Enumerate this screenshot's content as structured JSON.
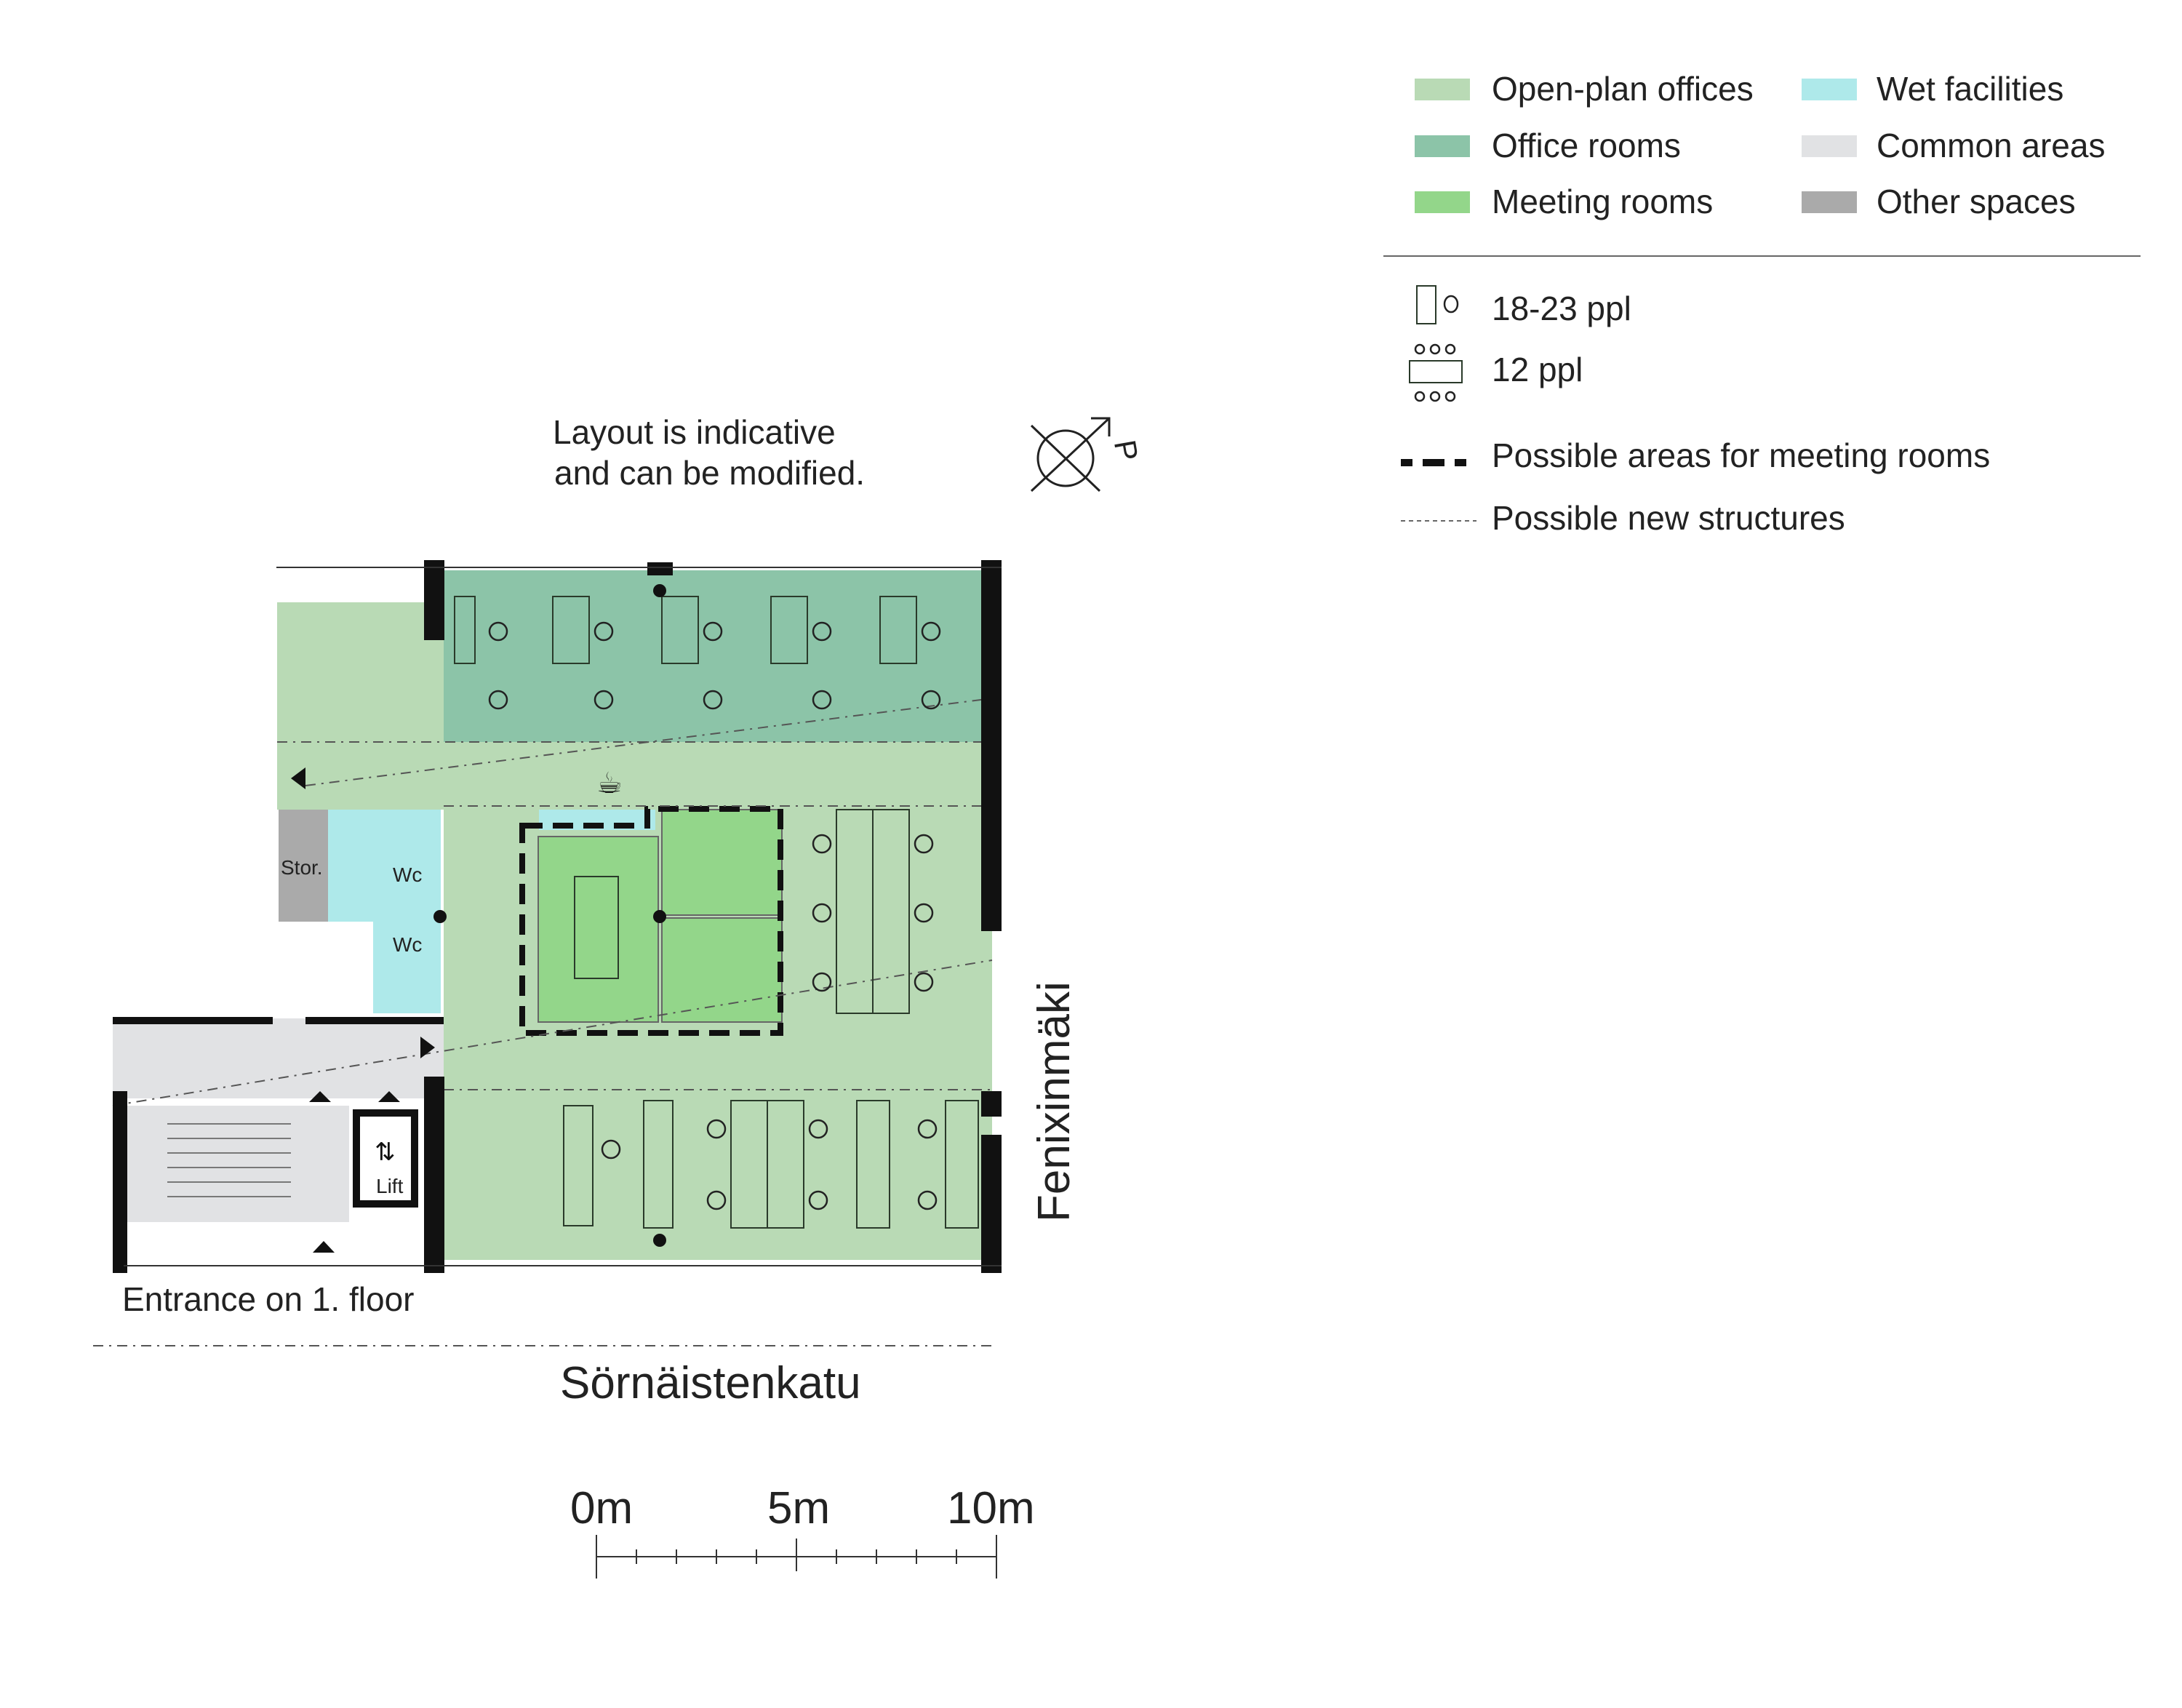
{
  "legend": {
    "areas": [
      {
        "label": "Open-plan offices",
        "color": "#b9dab5"
      },
      {
        "label": "Office rooms",
        "color": "#8cc4a8"
      },
      {
        "label": "Meeting rooms",
        "color": "#93d68a"
      },
      {
        "label": "Wet facilities",
        "color": "#aee9ea"
      },
      {
        "label": "Common areas",
        "color": "#e1e2e4"
      },
      {
        "label": "Other spaces",
        "color": "#aaaaaa"
      }
    ],
    "capacity": [
      {
        "label": "18-23 ppl",
        "icon": "desk-chair-icon"
      },
      {
        "label": "12 ppl",
        "icon": "meeting-table-icon"
      }
    ],
    "lines": [
      {
        "label": "Possible areas for meeting rooms",
        "icon": "thick-dashed-line-icon"
      },
      {
        "label": "Possible new structures",
        "icon": "thin-dotted-line-icon"
      }
    ]
  },
  "plan": {
    "note_line1": "Layout is indicative",
    "note_line2": "and can be modified.",
    "compass_label": "P",
    "room_labels": {
      "storage": "Stor.",
      "wc1": "Wc",
      "wc2": "Wc",
      "lift": "Lift"
    },
    "entrance": "Entrance on 1. floor",
    "street_south": "Sörnäistenkatu",
    "street_east": "Fenixinmäki"
  },
  "scale": {
    "labels": [
      "0m",
      "5m",
      "10m"
    ]
  }
}
